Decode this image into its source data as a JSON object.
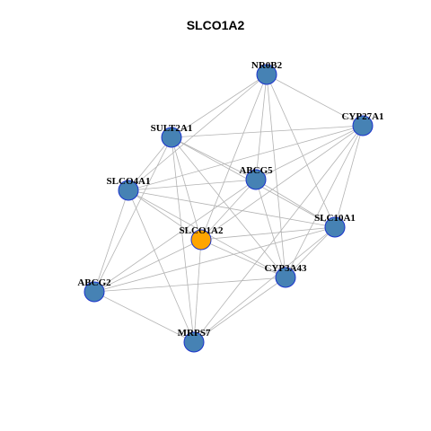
{
  "title": "SLCO1A2",
  "colors": {
    "node_default": "#4682B4",
    "node_highlight": "#FFA500",
    "node_border": "#1a33cc",
    "edge": "#b3b3b3"
  },
  "network": {
    "nodes": [
      {
        "id": "NR0B2",
        "label": "NR0B2",
        "highlight": false
      },
      {
        "id": "CYP27A1",
        "label": "CYP27A1",
        "highlight": false
      },
      {
        "id": "SULT2A1",
        "label": "SULT2A1",
        "highlight": false
      },
      {
        "id": "ABCG5",
        "label": "ABCG5",
        "highlight": false
      },
      {
        "id": "SLCO4A1",
        "label": "SLCO4A1",
        "highlight": false
      },
      {
        "id": "SLC10A1",
        "label": "SLC10A1",
        "highlight": false
      },
      {
        "id": "SLCO1A2",
        "label": "SLCO1A2",
        "highlight": true
      },
      {
        "id": "CYP3A43",
        "label": "CYP3A43",
        "highlight": false
      },
      {
        "id": "ABCG2",
        "label": "ABCG2",
        "highlight": false
      },
      {
        "id": "MRPS7",
        "label": "MRPS7",
        "highlight": false
      }
    ],
    "edges": [
      [
        "NR0B2",
        "SULT2A1"
      ],
      [
        "NR0B2",
        "CYP27A1"
      ],
      [
        "NR0B2",
        "ABCG5"
      ],
      [
        "NR0B2",
        "SLCO1A2"
      ],
      [
        "NR0B2",
        "SLC10A1"
      ],
      [
        "NR0B2",
        "CYP3A43"
      ],
      [
        "NR0B2",
        "SLCO4A1"
      ],
      [
        "CYP27A1",
        "SULT2A1"
      ],
      [
        "CYP27A1",
        "ABCG5"
      ],
      [
        "CYP27A1",
        "SLCO4A1"
      ],
      [
        "CYP27A1",
        "SLC10A1"
      ],
      [
        "CYP27A1",
        "CYP3A43"
      ],
      [
        "CYP27A1",
        "SLCO1A2"
      ],
      [
        "CYP27A1",
        "MRPS7"
      ],
      [
        "SULT2A1",
        "ABCG5"
      ],
      [
        "SULT2A1",
        "SLCO4A1"
      ],
      [
        "SULT2A1",
        "SLC10A1"
      ],
      [
        "SULT2A1",
        "SLCO1A2"
      ],
      [
        "SULT2A1",
        "CYP3A43"
      ],
      [
        "SULT2A1",
        "ABCG2"
      ],
      [
        "SULT2A1",
        "MRPS7"
      ],
      [
        "ABCG5",
        "SLCO4A1"
      ],
      [
        "ABCG5",
        "SLC10A1"
      ],
      [
        "ABCG5",
        "CYP3A43"
      ],
      [
        "ABCG5",
        "SLCO1A2"
      ],
      [
        "ABCG5",
        "ABCG2"
      ],
      [
        "SLCO4A1",
        "SLC10A1"
      ],
      [
        "SLCO4A1",
        "SLCO1A2"
      ],
      [
        "SLCO4A1",
        "CYP3A43"
      ],
      [
        "SLCO4A1",
        "ABCG2"
      ],
      [
        "SLCO4A1",
        "MRPS7"
      ],
      [
        "SLC10A1",
        "SLCO1A2"
      ],
      [
        "SLC10A1",
        "CYP3A43"
      ],
      [
        "SLC10A1",
        "ABCG2"
      ],
      [
        "SLC10A1",
        "MRPS7"
      ],
      [
        "SLCO1A2",
        "CYP3A43"
      ],
      [
        "SLCO1A2",
        "ABCG2"
      ],
      [
        "SLCO1A2",
        "MRPS7"
      ],
      [
        "CYP3A43",
        "ABCG2"
      ],
      [
        "CYP3A43",
        "MRPS7"
      ],
      [
        "ABCG2",
        "MRPS7"
      ]
    ]
  }
}
